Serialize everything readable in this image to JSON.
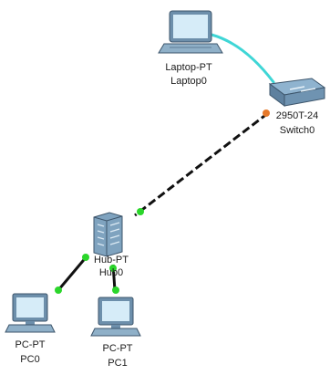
{
  "devices": {
    "laptop0": {
      "model": "Laptop-PT",
      "name": "Laptop0",
      "icon": "laptop-icon"
    },
    "switch0": {
      "model": "2950T-24",
      "name": "Switch0",
      "icon": "switch-icon"
    },
    "hub0": {
      "model": "Hub-PT",
      "name": "Hub0",
      "icon": "hub-icon"
    },
    "pc0": {
      "model": "PC-PT",
      "name": "PC0",
      "icon": "pc-icon"
    },
    "pc1": {
      "model": "PC-PT",
      "name": "PC1",
      "icon": "pc-icon"
    }
  },
  "links": [
    {
      "from": "laptop0",
      "to": "switch0",
      "type": "straight-through",
      "color": "#3fd6d6"
    },
    {
      "from": "switch0",
      "to": "hub0",
      "type": "crossover",
      "color": "#111111",
      "end_status": [
        "orange",
        "green"
      ]
    },
    {
      "from": "hub0",
      "to": "pc0",
      "type": "straight-through",
      "color": "#111111",
      "end_status": [
        "green",
        "green"
      ]
    },
    {
      "from": "hub0",
      "to": "pc1",
      "type": "straight-through",
      "color": "#111111",
      "end_status": [
        "green",
        "green"
      ]
    }
  ],
  "colors": {
    "link_up": "#2bd62b",
    "link_pending": "#e6792a",
    "console": "#3fd6d6",
    "device_body": "#7fa3bf",
    "screen": "#d6ecf8"
  }
}
